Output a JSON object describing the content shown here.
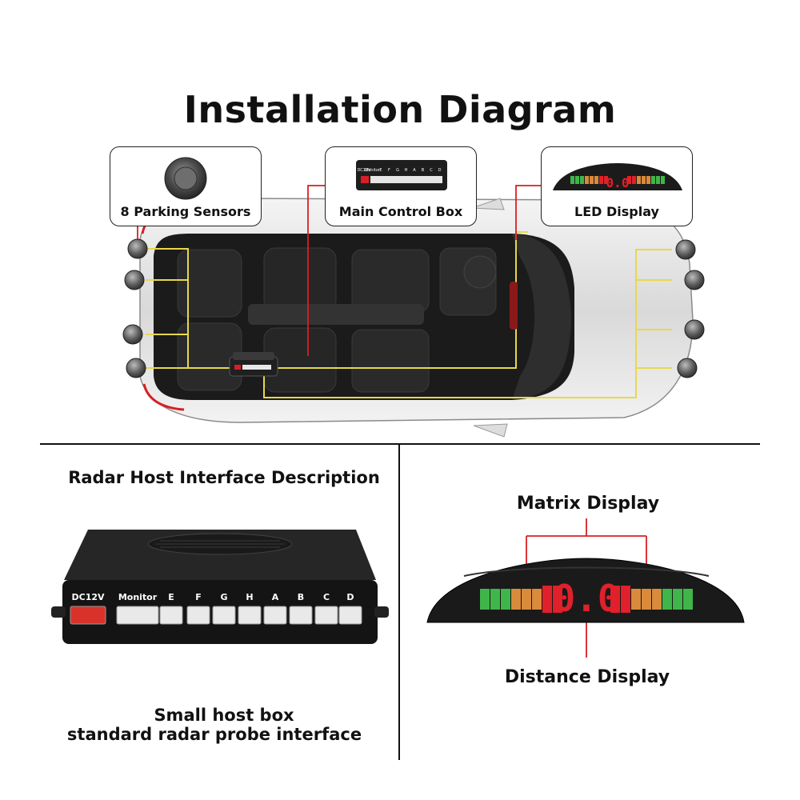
{
  "title": "Installation Diagram",
  "callouts": {
    "sensors": "8 Parking Sensors",
    "control_box": "Main Control Box",
    "led_display": "LED Display"
  },
  "host_panel": {
    "heading": "Radar Host Interface Description",
    "ports": [
      "DC12V",
      "Monitor",
      "E",
      "F",
      "G",
      "H",
      "A",
      "B",
      "C",
      "D"
    ],
    "caption_line1": "Small host box",
    "caption_line2": "standard radar probe interface"
  },
  "display_panel": {
    "matrix_label": "Matrix Display",
    "distance_label": "Distance Display",
    "readout": "0.0"
  },
  "mini_box_ports": [
    "DC12V",
    "Monitor",
    "E",
    "F",
    "G",
    "H",
    "A",
    "B",
    "C",
    "D"
  ],
  "colors": {
    "wire_yellow": "#e8d84a",
    "wire_red": "#d81f26",
    "led_green": "#3fb54a",
    "led_orange": "#d98a3a",
    "led_red": "#e0202a"
  }
}
